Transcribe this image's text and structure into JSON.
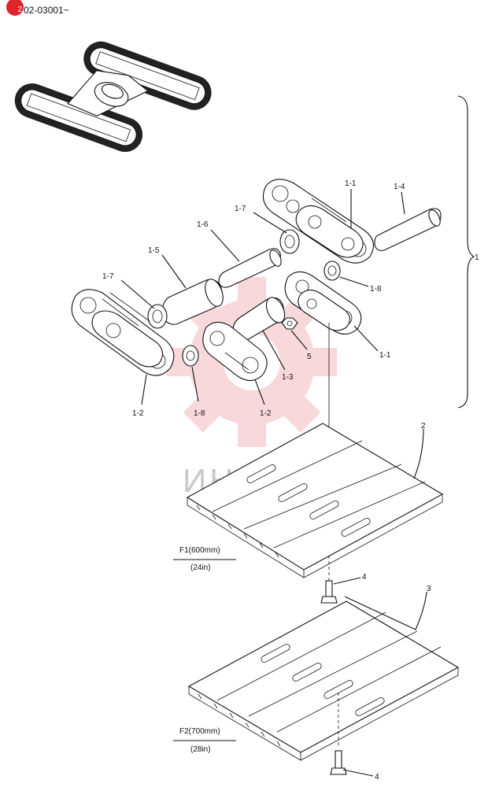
{
  "header": {
    "badge": "2",
    "model_code": "YY02-03001~"
  },
  "watermark": {
    "text": "ИНТЕХ",
    "color": "#f4b9bd"
  },
  "callouts": {
    "assembly": "1",
    "link_right": "1-1",
    "link_right_lower": "1-1",
    "link_left": "1-2",
    "link_left_lower": "1-2",
    "bushing": "1-3",
    "pin": "1-4",
    "bushing_left": "1-5",
    "pin_long": "1-6",
    "seal_left": "1-7",
    "seal_right": "1-7",
    "spacer_left": "1-8",
    "spacer_right": "1-8",
    "shoe_f1": "2",
    "shoe_f2": "3",
    "bolt_top": "4",
    "bolt_bottom": "4",
    "nut": "5"
  },
  "shoe_f1": {
    "name": "F1(600mm)",
    "size": "(24in)"
  },
  "shoe_f2": {
    "name": "F2(700mm)",
    "size": "(28in)"
  }
}
